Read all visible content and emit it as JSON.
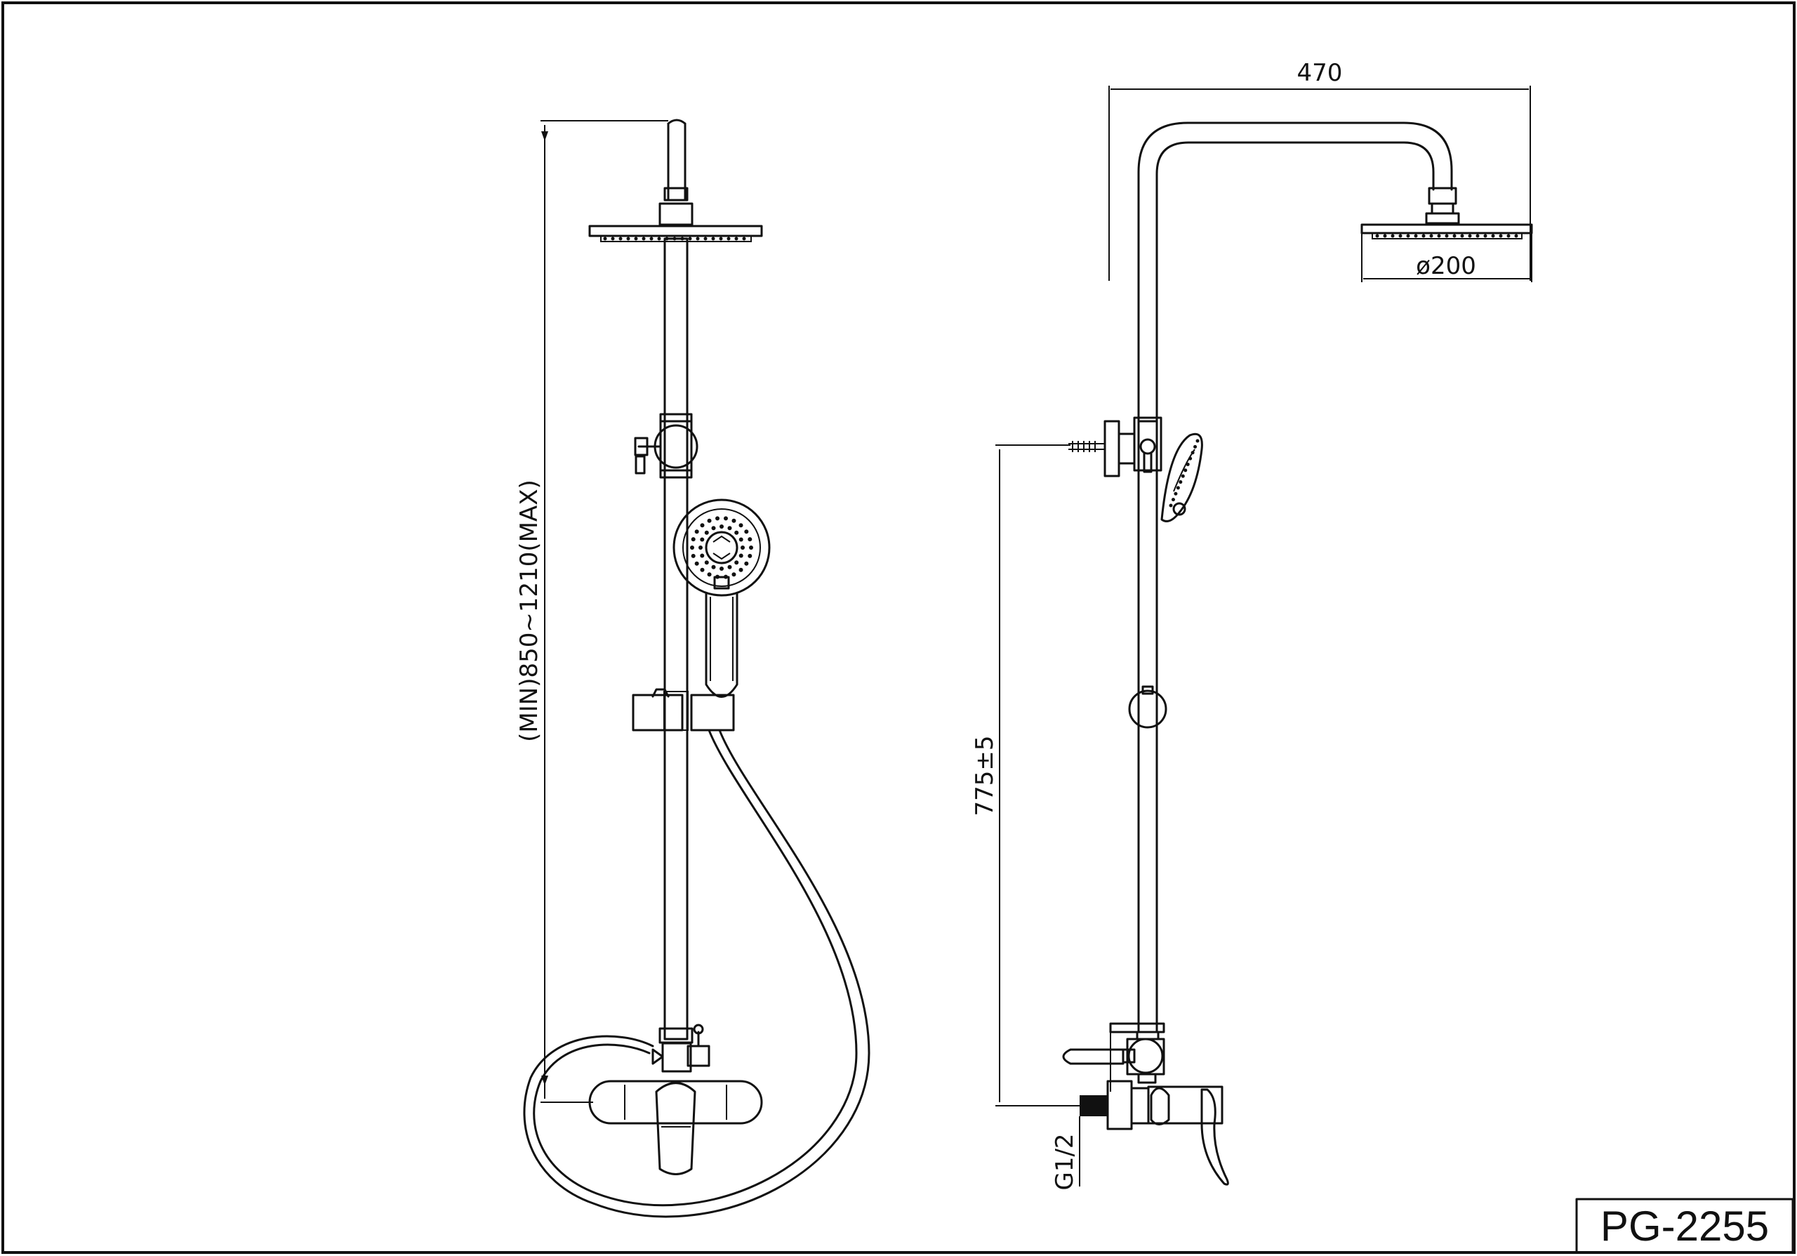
{
  "dimensions": {
    "height_range": "(MIN)850~1210(MAX)",
    "width": "470",
    "head_diameter": "ø200",
    "outlet_height": "775±5",
    "thread": "G1/2"
  },
  "model": "PG-2255"
}
